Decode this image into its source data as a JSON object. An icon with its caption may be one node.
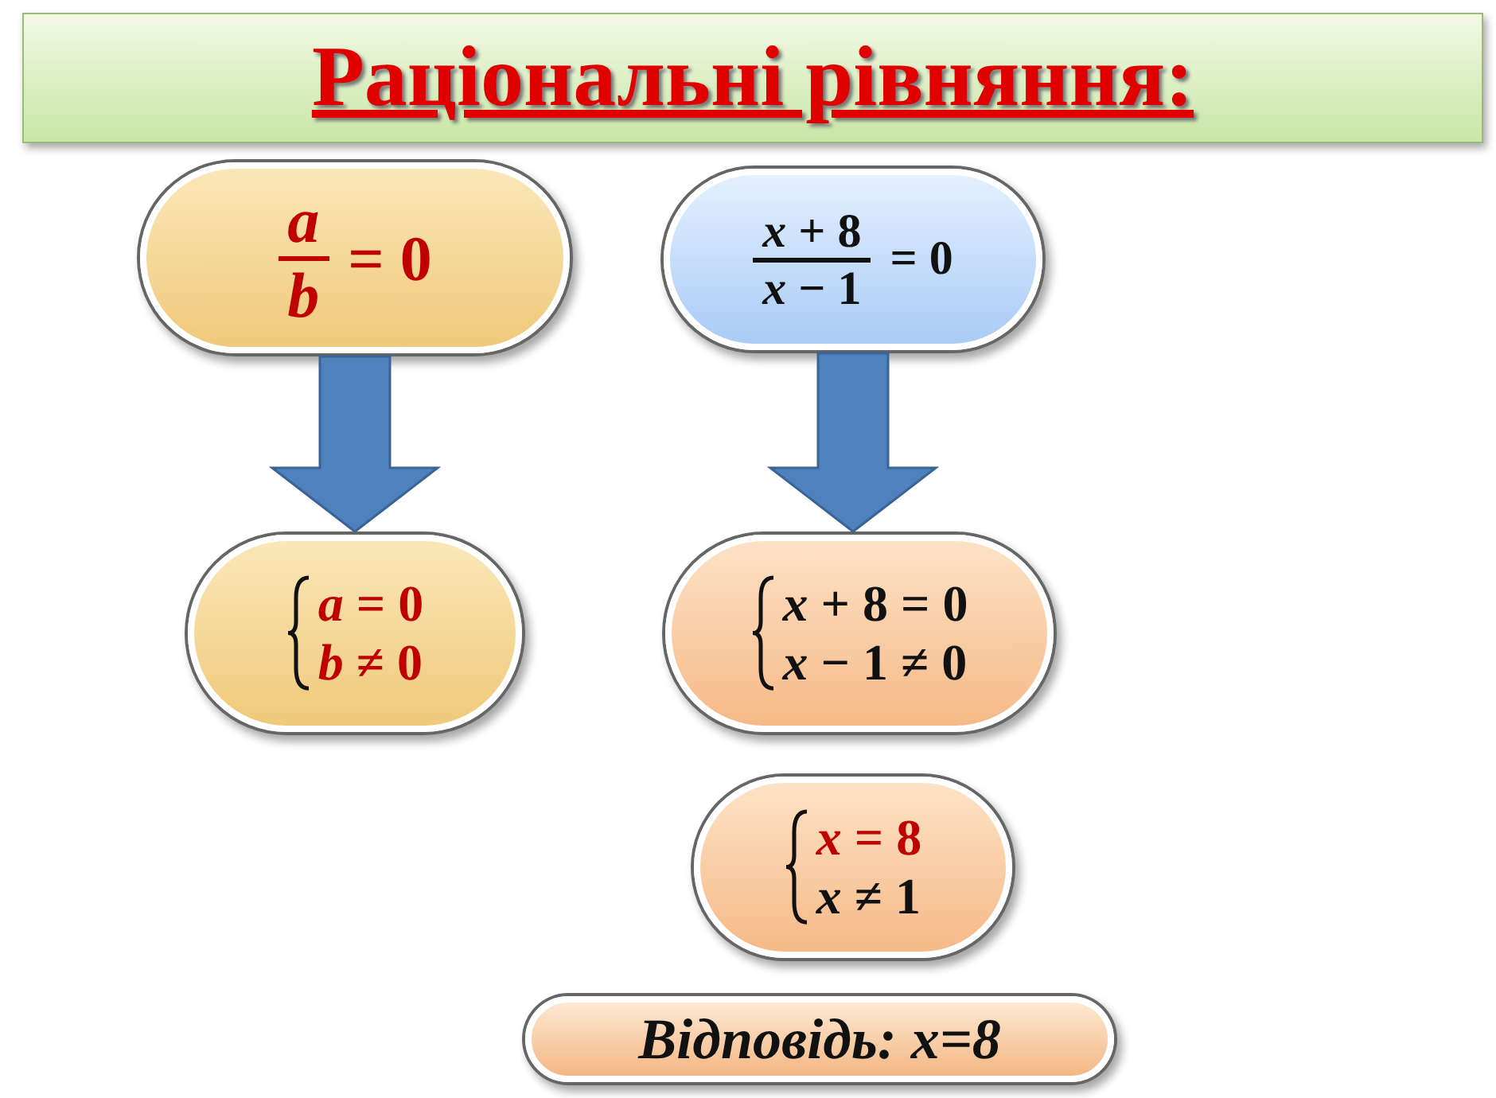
{
  "diagram": {
    "title": "Раціональні рівняння:",
    "nodes": [
      {
        "text": [
          "*a*",
          "*b*",
          "= 0"
        ]
      },
      {
        "text": [
          "*x* + 8",
          "*x* − 1",
          "= 0"
        ]
      },
      {
        "text": [
          "*a* = 0",
          "*b* ≠ 0"
        ]
      },
      {
        "text": [
          "*x* + 8 = 0",
          "*x* − 1 ≠ 0"
        ]
      },
      {
        "text": [
          "*x* = 8",
          "*x* ≠ 1"
        ]
      },
      {
        "text": [
          "Відповідь: x=8"
        ]
      }
    ],
    "edges": [
      {
        "from": 0,
        "to": 2,
        "arrow": "to"
      },
      {
        "from": 1,
        "to": 3,
        "arrow": "to"
      }
    ]
  }
}
